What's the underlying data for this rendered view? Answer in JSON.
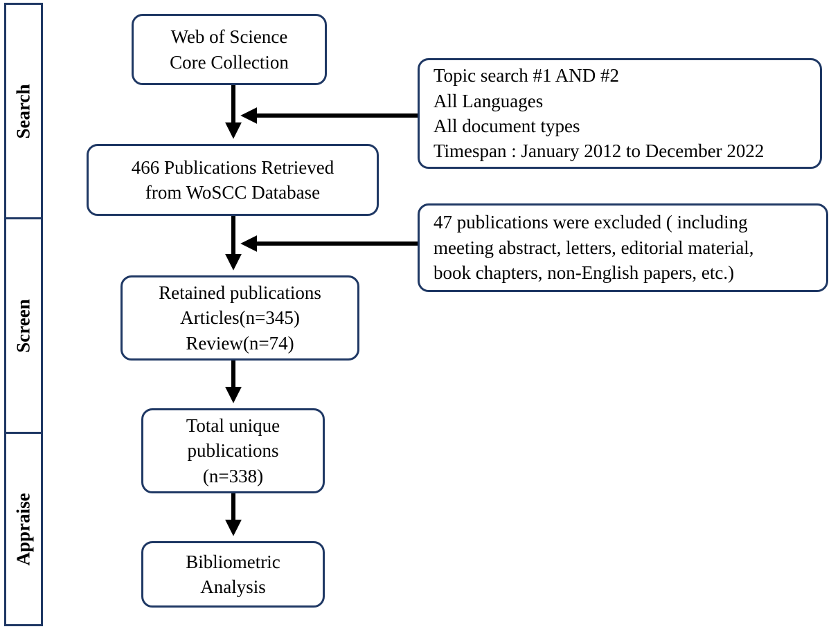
{
  "stages": {
    "search": "Search",
    "screen": "Screen",
    "appraise": "Appraise"
  },
  "boxes": {
    "wos": [
      "Web of Science",
      "Core Collection"
    ],
    "criteria": [
      "Topic search #1 AND #2",
      "All Languages",
      "All document types",
      "Timespan : January 2012 to December 2022"
    ],
    "retrieved": [
      "466 Publications Retrieved",
      "from WoSCC Database"
    ],
    "excluded": [
      "47 publications were excluded ( including",
      "meeting abstract, letters, editorial material,",
      "book chapters, non-English papers, etc.)"
    ],
    "retained": [
      "Retained publications",
      "Articles(n=345)",
      "Review(n=74)"
    ],
    "unique": [
      "Total unique",
      "publications",
      "(n=338)"
    ],
    "bibliometric": [
      "Bibliometric",
      "Analysis"
    ]
  },
  "colors": {
    "border": "#1f3864",
    "arrow": "#000000"
  }
}
